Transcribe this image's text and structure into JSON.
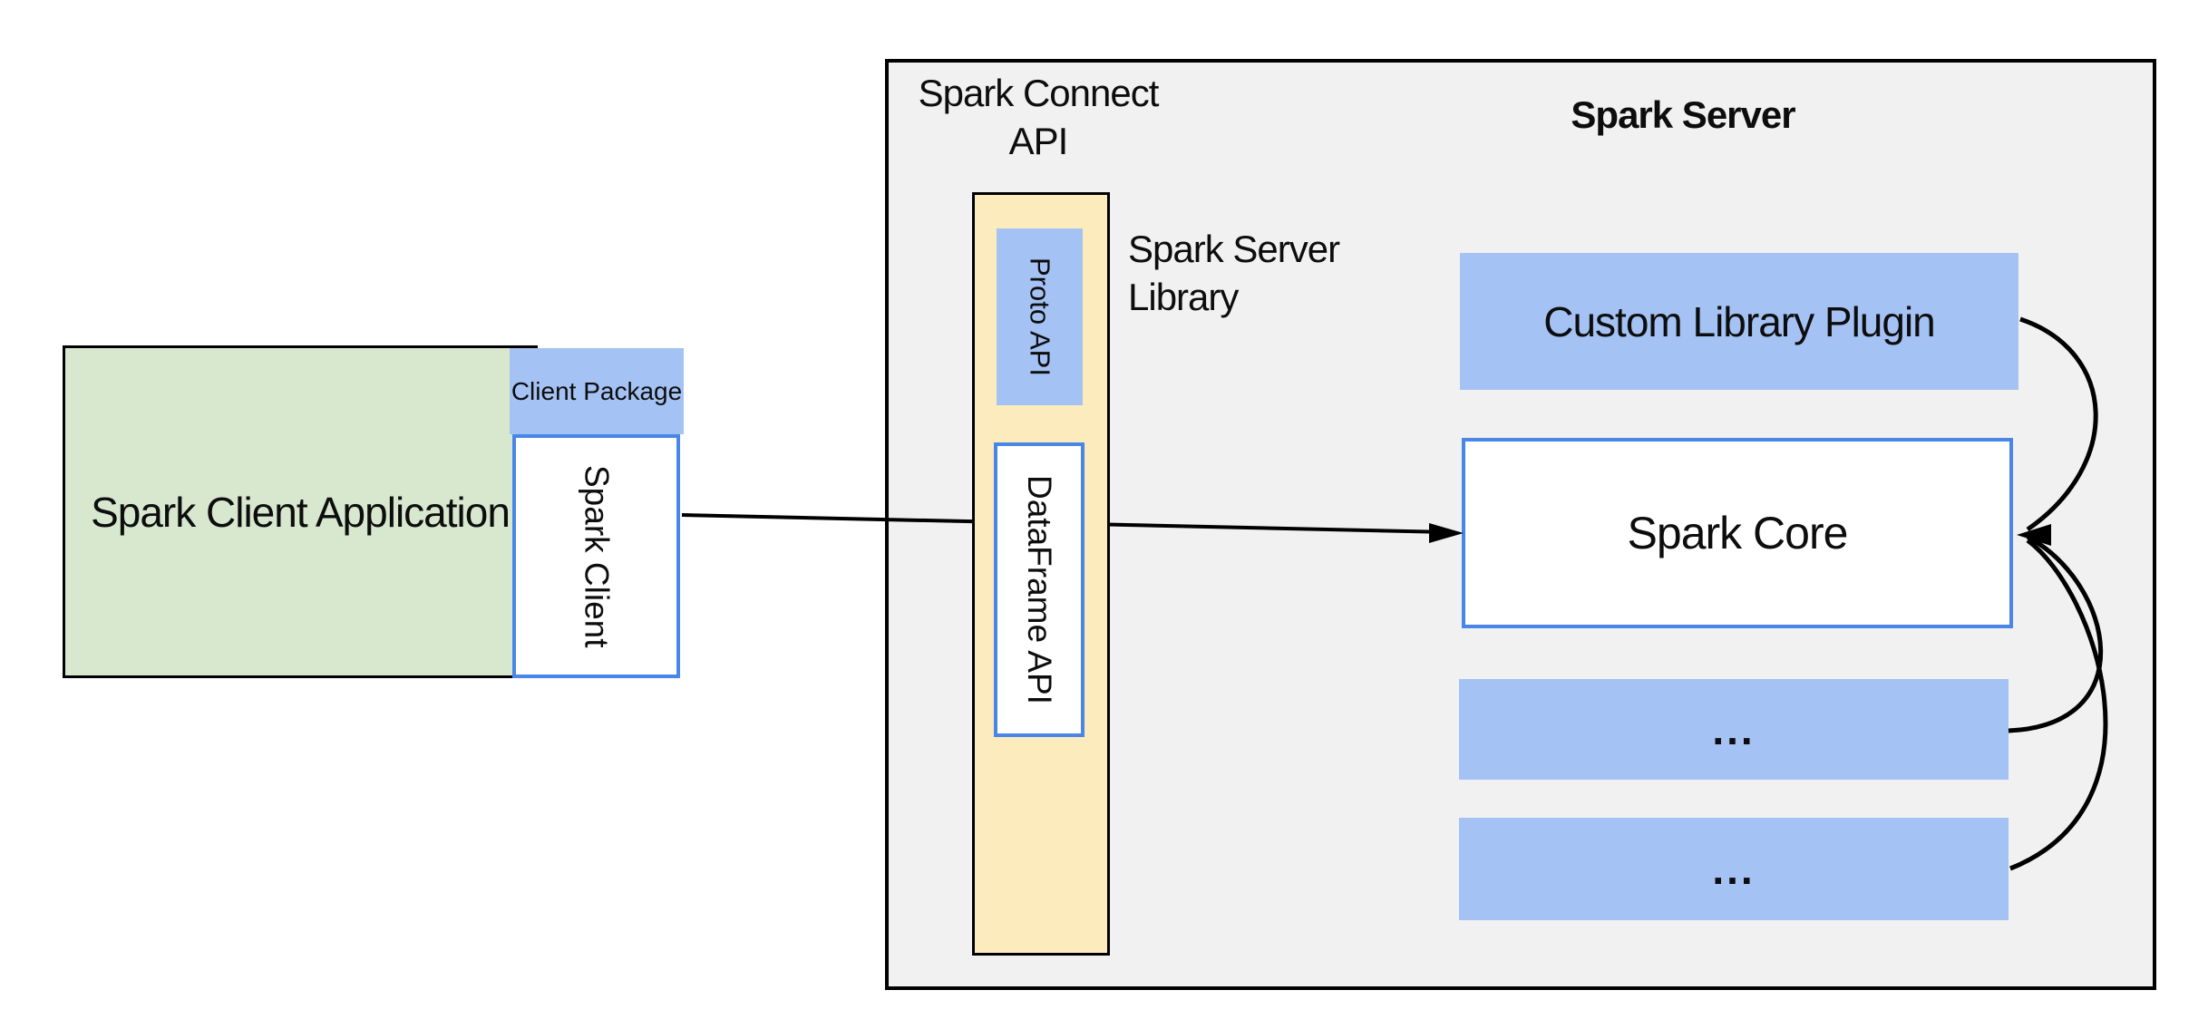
{
  "diagram": {
    "nodes": {
      "spark_client_application": {
        "label": "Spark Client Application",
        "fill": "#d7e8cf"
      },
      "client_package": {
        "label": "Client Package",
        "fill": "#a4c2f4"
      },
      "spark_client": {
        "label": "Spark Client",
        "fill": "#ffffff"
      },
      "spark_connect_api_label": {
        "label": "Spark Connect API"
      },
      "spark_server_library_box": {
        "fill": "#fcecbd"
      },
      "proto_api": {
        "label": "Proto API",
        "fill": "#a4c2f4"
      },
      "dataframe_api": {
        "label": "DataFrame API",
        "fill": "#ffffff"
      },
      "spark_server_library_label": {
        "label": "Spark Server Library"
      },
      "spark_server_label": {
        "label": "Spark Server"
      },
      "custom_library_plugin": {
        "label": "Custom Library Plugin",
        "fill": "#a4c2f4"
      },
      "spark_core": {
        "label": "Spark Core",
        "fill": "#ffffff"
      },
      "plugin_placeholder_1": {
        "label": "...",
        "fill": "#a4c2f4"
      },
      "plugin_placeholder_2": {
        "label": "...",
        "fill": "#a4c2f4"
      }
    },
    "arrows": [
      {
        "from": "spark_client",
        "to": "spark_core",
        "style": "straight"
      },
      {
        "from": "custom_library_plugin",
        "to": "spark_core",
        "style": "curved"
      },
      {
        "from": "plugin_placeholder_1",
        "to": "spark_core",
        "style": "curved"
      },
      {
        "from": "plugin_placeholder_2",
        "to": "spark_core",
        "style": "curved"
      }
    ],
    "colors": {
      "green_fill": "#d7e8cf",
      "blue_fill": "#a4c2f4",
      "blue_border": "#4a86e8",
      "yellow_fill": "#fcecbd",
      "gray_fill": "#f1f1f2",
      "outline": "#000000",
      "arrow": "#000000",
      "text": "#0d0d0d",
      "background": "#ffffff"
    }
  }
}
